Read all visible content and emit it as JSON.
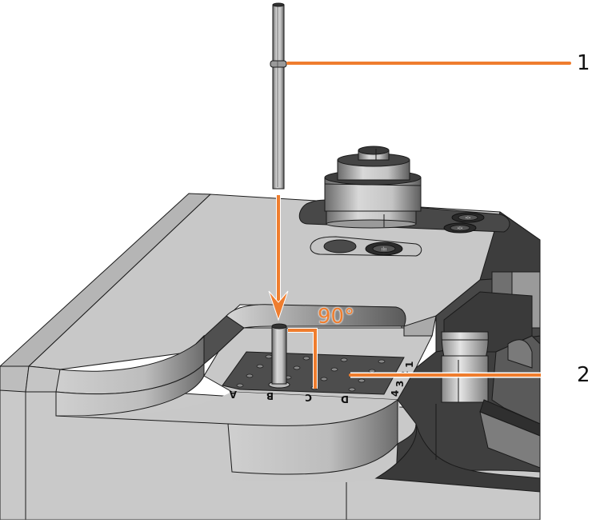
{
  "figure": {
    "description": "Technical illustration: inserting a pin vertically (90°) into a perforated sample plate on an instrument deck",
    "colors": {
      "accent_orange": "#ef7d2e",
      "body_light": "#c8c8c8",
      "body_mid": "#9a9a9a",
      "body_dark": "#404040",
      "plate_dark": "#4a4a4a",
      "outline": "#1a1a1a",
      "background": "#ffffff"
    }
  },
  "callouts": [
    {
      "number": "1",
      "target": "pin / rod tool"
    },
    {
      "number": "2",
      "target": "perforated plate with grid holes"
    }
  ],
  "angle_annotation": {
    "text": "90°"
  },
  "plate": {
    "column_labels": [
      "A",
      "B",
      "C",
      "D"
    ],
    "row_labels": [
      "1",
      "2",
      "3",
      "4"
    ]
  },
  "icons": {
    "arrow": "down-arrow-icon",
    "connector": "connector-port-icon"
  }
}
